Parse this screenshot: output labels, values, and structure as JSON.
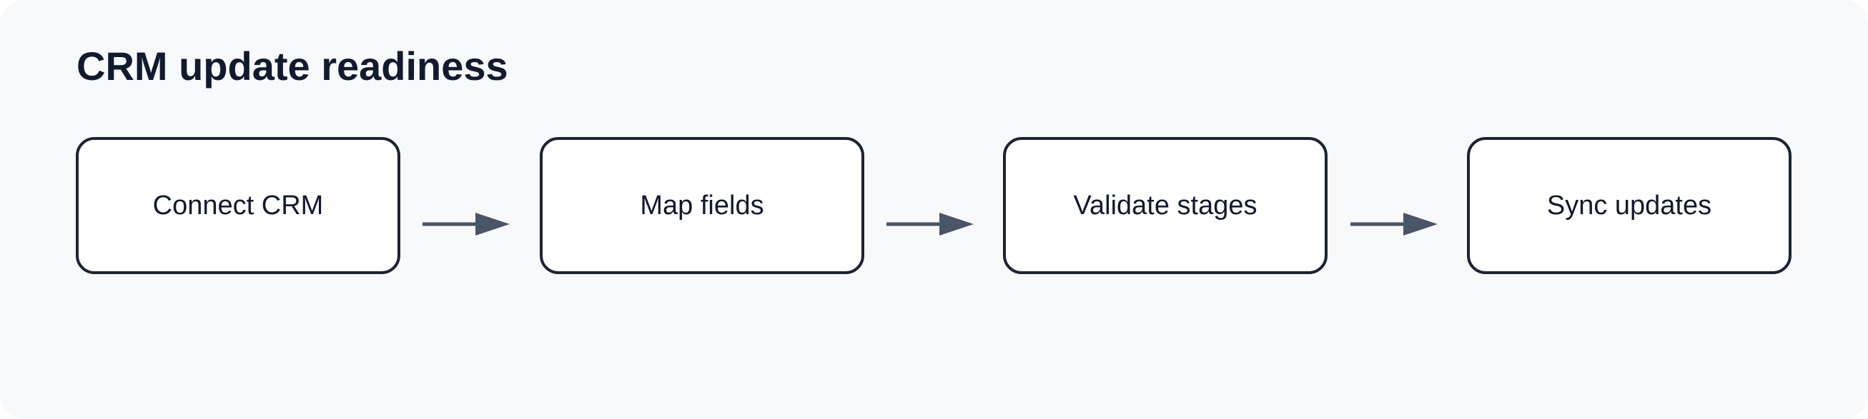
{
  "diagram": {
    "title": "CRM update readiness",
    "steps": [
      {
        "label": "Connect CRM"
      },
      {
        "label": "Map fields"
      },
      {
        "label": "Validate stages"
      },
      {
        "label": "Sync updates"
      }
    ],
    "connectors": [
      {
        "from": "Connect CRM",
        "to": "Map fields"
      },
      {
        "from": "Map fields",
        "to": "Validate stages"
      },
      {
        "from": "Validate stages",
        "to": "Sync updates"
      }
    ],
    "colors": {
      "background": "#f8f9fb",
      "box_fill": "#ffffff",
      "box_border": "#1c2333",
      "text": "#111a2e",
      "arrow": "#4a5568"
    }
  }
}
